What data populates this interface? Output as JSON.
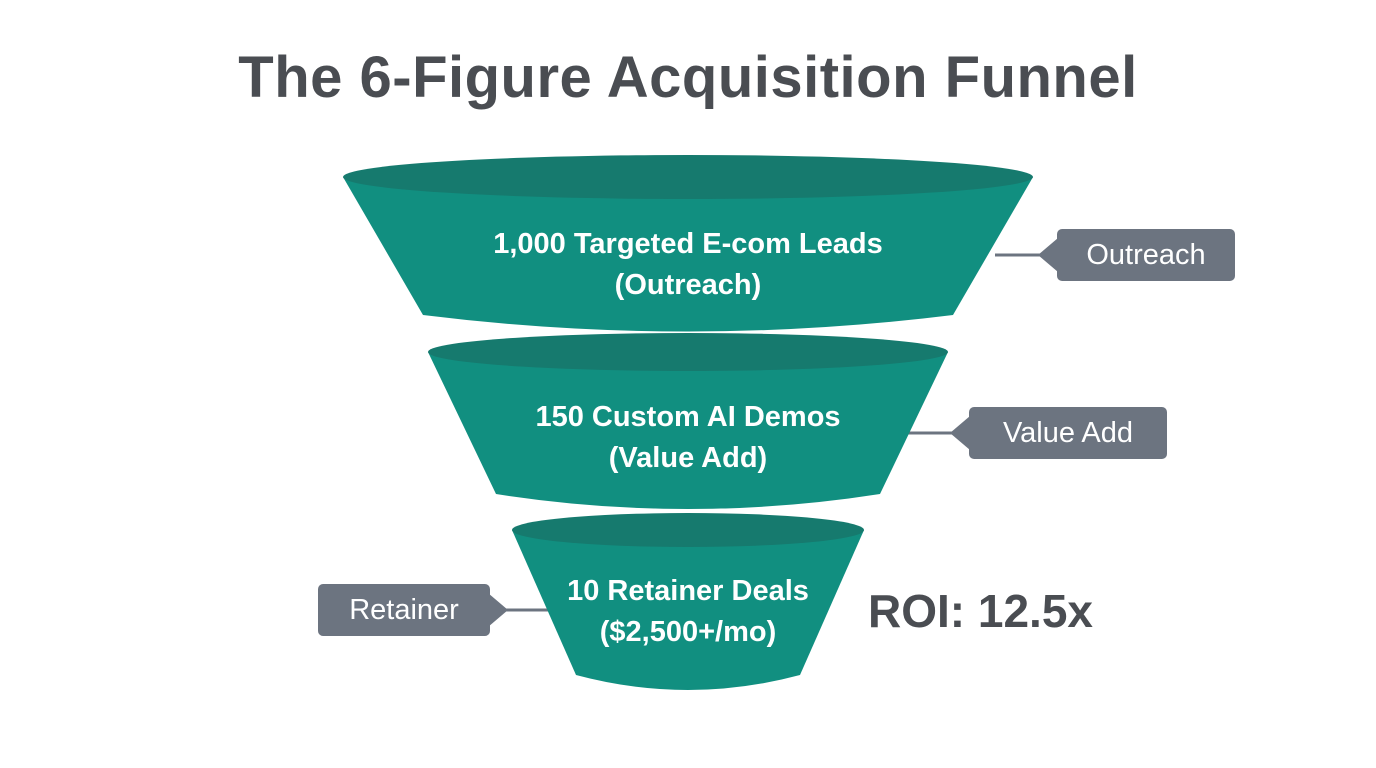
{
  "title": "The 6-Figure Acquisition Funnel",
  "colors": {
    "funnel_fill": "#118f80",
    "funnel_rim": "#167a6e",
    "tag_fill": "#6c7480",
    "title_text": "#4a4d52"
  },
  "stages": [
    {
      "line1": "1,000 Targeted E-com Leads",
      "line2": "(Outreach)",
      "tag": "Outreach"
    },
    {
      "line1": "150 Custom AI Demos",
      "line2": "(Value Add)",
      "tag": "Value Add"
    },
    {
      "line1": "10 Retainer Deals",
      "line2": "($2,500+/mo)",
      "tag": "Retainer"
    }
  ],
  "roi": "ROI: 12.5x"
}
